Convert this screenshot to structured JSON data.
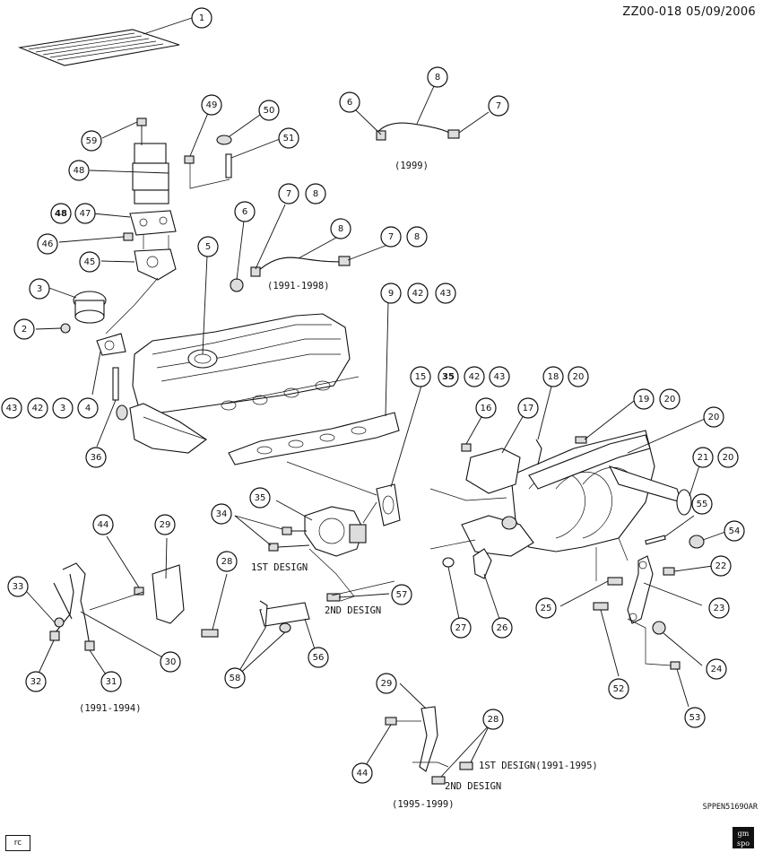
{
  "header": {
    "drawing_id": "ZZ00-018  05/09/2006"
  },
  "footer": {
    "code": "SPPEN5169OAR",
    "rc_label": "rc",
    "logo_text": "gm\nspo"
  },
  "labels": {
    "y1999": "(1999)",
    "y1991_1998": "(1991-1998)",
    "y1991_1994": "(1991-1994)",
    "y1995_1999": "(1995-1999)",
    "first_design": "1ST DESIGN",
    "second_design": "2ND DESIGN",
    "first_design_range": "1ST DESIGN(1991-1995)",
    "second_design_b": "2ND DESIGN"
  },
  "callouts": [
    {
      "id": "c1",
      "num": "1"
    },
    {
      "id": "c8a",
      "num": "8"
    },
    {
      "id": "c6a",
      "num": "6"
    },
    {
      "id": "c7a",
      "num": "7"
    },
    {
      "id": "c49",
      "num": "49"
    },
    {
      "id": "c50",
      "num": "50"
    },
    {
      "id": "c59",
      "num": "59"
    },
    {
      "id": "c51",
      "num": "51"
    },
    {
      "id": "c48",
      "num": "48"
    },
    {
      "id": "c48b",
      "num": "48",
      "bold": true
    },
    {
      "id": "c47",
      "num": "47"
    },
    {
      "id": "c7b",
      "num": "7"
    },
    {
      "id": "c8b",
      "num": "8"
    },
    {
      "id": "c6b",
      "num": "6"
    },
    {
      "id": "c8c",
      "num": "8"
    },
    {
      "id": "c7c",
      "num": "7"
    },
    {
      "id": "c8d",
      "num": "8"
    },
    {
      "id": "c46",
      "num": "46"
    },
    {
      "id": "c45",
      "num": "45"
    },
    {
      "id": "c5",
      "num": "5"
    },
    {
      "id": "c3a",
      "num": "3"
    },
    {
      "id": "c9",
      "num": "9"
    },
    {
      "id": "c42a",
      "num": "42"
    },
    {
      "id": "c43a",
      "num": "43"
    },
    {
      "id": "c2",
      "num": "2"
    },
    {
      "id": "c15",
      "num": "15"
    },
    {
      "id": "c35a",
      "num": "35",
      "bold": true
    },
    {
      "id": "c42b",
      "num": "42"
    },
    {
      "id": "c43b",
      "num": "43"
    },
    {
      "id": "c18",
      "num": "18"
    },
    {
      "id": "c20a",
      "num": "20"
    },
    {
      "id": "c43c",
      "num": "43"
    },
    {
      "id": "c42c",
      "num": "42"
    },
    {
      "id": "c3b",
      "num": "3"
    },
    {
      "id": "c4",
      "num": "4"
    },
    {
      "id": "c16",
      "num": "16"
    },
    {
      "id": "c17",
      "num": "17"
    },
    {
      "id": "c19",
      "num": "19"
    },
    {
      "id": "c20b",
      "num": "20"
    },
    {
      "id": "c20c",
      "num": "20"
    },
    {
      "id": "c36",
      "num": "36"
    },
    {
      "id": "c21",
      "num": "21"
    },
    {
      "id": "c20d",
      "num": "20"
    },
    {
      "id": "c35b",
      "num": "35"
    },
    {
      "id": "c55",
      "num": "55"
    },
    {
      "id": "c34",
      "num": "34"
    },
    {
      "id": "c44a",
      "num": "44"
    },
    {
      "id": "c29a",
      "num": "29"
    },
    {
      "id": "c54",
      "num": "54"
    },
    {
      "id": "c28a",
      "num": "28"
    },
    {
      "id": "c22",
      "num": "22"
    },
    {
      "id": "c33",
      "num": "33"
    },
    {
      "id": "c57",
      "num": "57"
    },
    {
      "id": "c27",
      "num": "27"
    },
    {
      "id": "c26",
      "num": "26"
    },
    {
      "id": "c25",
      "num": "25"
    },
    {
      "id": "c23",
      "num": "23"
    },
    {
      "id": "c30",
      "num": "30"
    },
    {
      "id": "c56",
      "num": "56"
    },
    {
      "id": "c24",
      "num": "24"
    },
    {
      "id": "c32",
      "num": "32"
    },
    {
      "id": "c31",
      "num": "31"
    },
    {
      "id": "c58",
      "num": "58"
    },
    {
      "id": "c52",
      "num": "52"
    },
    {
      "id": "c29b",
      "num": "29"
    },
    {
      "id": "c53",
      "num": "53"
    },
    {
      "id": "c28b",
      "num": "28"
    },
    {
      "id": "c44b",
      "num": "44"
    }
  ]
}
